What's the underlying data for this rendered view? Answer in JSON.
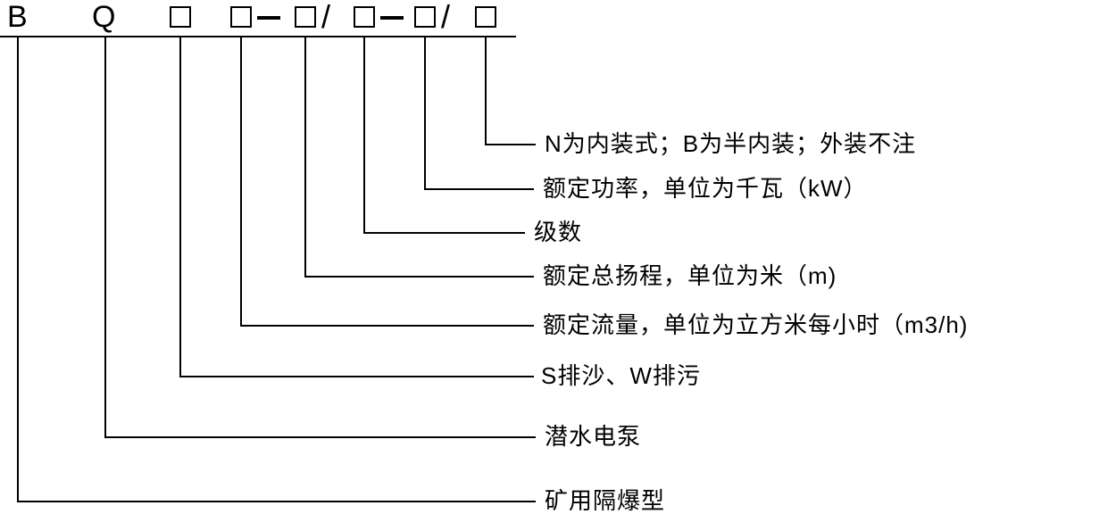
{
  "diagram": {
    "title_semantic": "pump-model-designation-diagram",
    "code": {
      "b": "B",
      "q": "Q",
      "dash": "-",
      "slash": "/"
    },
    "labels": {
      "internal_type": "N为内装式；B为半内装；外装不注",
      "rated_power": "额定功率，单位为千瓦（kW）",
      "stages": "级数",
      "rated_head": "额定总扬程，单位为米（m)",
      "rated_flow": "额定流量，单位为立方米每小时（m3/h)",
      "sand_sewage": "S排沙、W排污",
      "submersible_pump": "潜水电泵",
      "mine_explosion_proof": "矿用隔爆型"
    }
  }
}
